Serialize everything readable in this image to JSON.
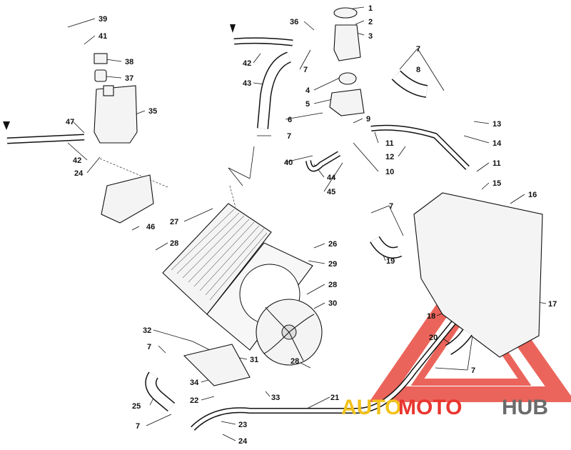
{
  "diagram": {
    "callouts": [
      {
        "id": "c1",
        "text": "1"
      },
      {
        "id": "c2",
        "text": "2"
      },
      {
        "id": "c3",
        "text": "3"
      },
      {
        "id": "c36",
        "text": "36"
      },
      {
        "id": "c39",
        "text": "39"
      },
      {
        "id": "c41",
        "text": "41"
      },
      {
        "id": "c38",
        "text": "38"
      },
      {
        "id": "c37",
        "text": "37"
      },
      {
        "id": "c35",
        "text": "35"
      },
      {
        "id": "c42a",
        "text": "42"
      },
      {
        "id": "c7a",
        "text": "7"
      },
      {
        "id": "c43",
        "text": "43"
      },
      {
        "id": "c4",
        "text": "4"
      },
      {
        "id": "c5",
        "text": "5"
      },
      {
        "id": "c6",
        "text": "6"
      },
      {
        "id": "c9",
        "text": "9"
      },
      {
        "id": "c7b",
        "text": "7"
      },
      {
        "id": "c8",
        "text": "8"
      },
      {
        "id": "c7c",
        "text": "7"
      },
      {
        "id": "c11a",
        "text": "11"
      },
      {
        "id": "c12",
        "text": "12"
      },
      {
        "id": "c10",
        "text": "10"
      },
      {
        "id": "c13",
        "text": "13"
      },
      {
        "id": "c14",
        "text": "14"
      },
      {
        "id": "c11b",
        "text": "11"
      },
      {
        "id": "c15",
        "text": "15"
      },
      {
        "id": "c16",
        "text": "16"
      },
      {
        "id": "c47",
        "text": "47"
      },
      {
        "id": "c42b",
        "text": "42"
      },
      {
        "id": "c24a",
        "text": "24"
      },
      {
        "id": "c40",
        "text": "40"
      },
      {
        "id": "c44",
        "text": "44"
      },
      {
        "id": "c45",
        "text": "45"
      },
      {
        "id": "c46",
        "text": "46"
      },
      {
        "id": "c27",
        "text": "27"
      },
      {
        "id": "c28a",
        "text": "28"
      },
      {
        "id": "c26",
        "text": "26"
      },
      {
        "id": "c29",
        "text": "29"
      },
      {
        "id": "c28b",
        "text": "28"
      },
      {
        "id": "c30",
        "text": "30"
      },
      {
        "id": "c7d",
        "text": "7"
      },
      {
        "id": "c19",
        "text": "19"
      },
      {
        "id": "c17",
        "text": "17"
      },
      {
        "id": "c18",
        "text": "18"
      },
      {
        "id": "c20",
        "text": "20"
      },
      {
        "id": "c7e",
        "text": "7"
      },
      {
        "id": "c32",
        "text": "32"
      },
      {
        "id": "c7f",
        "text": "7"
      },
      {
        "id": "c31",
        "text": "31"
      },
      {
        "id": "c28c",
        "text": "28"
      },
      {
        "id": "c34",
        "text": "34"
      },
      {
        "id": "c33",
        "text": "33"
      },
      {
        "id": "c25",
        "text": "25"
      },
      {
        "id": "c22",
        "text": "22"
      },
      {
        "id": "c21",
        "text": "21"
      },
      {
        "id": "c7g",
        "text": "7"
      },
      {
        "id": "c23",
        "text": "23"
      },
      {
        "id": "c24b",
        "text": "24"
      }
    ]
  },
  "watermark": {
    "part1": "AUTO",
    "part2": "MOTO",
    "part3": "HUB",
    "color_auto": "#f2c21b",
    "color_moto": "#e8362f",
    "color_hub": "#6b6b6b",
    "triangle_color": "#e84a3f"
  }
}
